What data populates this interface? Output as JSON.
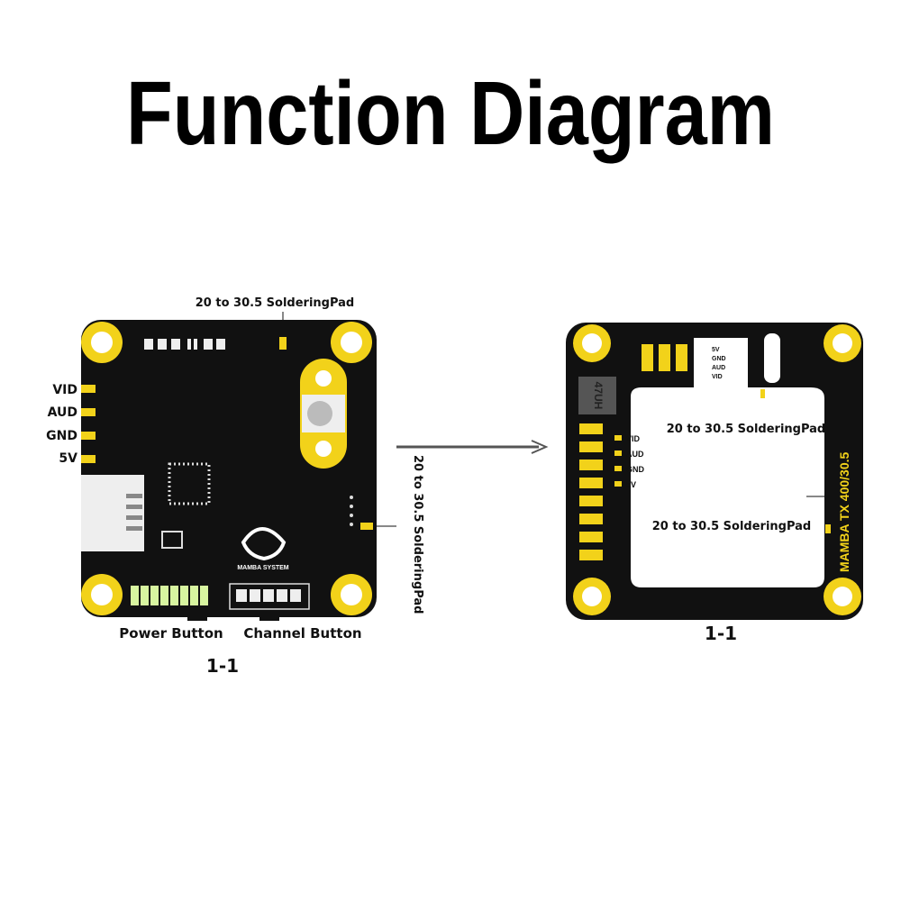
{
  "title": "Function Diagram",
  "left_board": {
    "top_pad_label": "20 to 30.5 SolderingPad",
    "side_pad_label": "20 to 30.5 SolderingPad",
    "pin_labels": [
      "VID",
      "AUD",
      "GND",
      "5V"
    ],
    "logo_text": "MAMBA SYSTEM",
    "power_button_label": "Power Button",
    "channel_button_label": "Channel Button",
    "figure_label": "1-1"
  },
  "right_board": {
    "pad_label_top": "20 to 30.5 SolderingPad",
    "pad_label_bottom": "20 to 30.5 SolderingPad",
    "pin_labels": [
      "VID",
      "AUD",
      "GND",
      "5V"
    ],
    "connector_labels": [
      "5V",
      "GND",
      "AUD",
      "VID"
    ],
    "inductor_text": "47UH",
    "model_text": "MAMBA TX 400/30.5",
    "figure_label": "1-1"
  },
  "colors": {
    "pcb": "#111111",
    "pad": "#f2d21a",
    "led": "#d8f5a0"
  }
}
